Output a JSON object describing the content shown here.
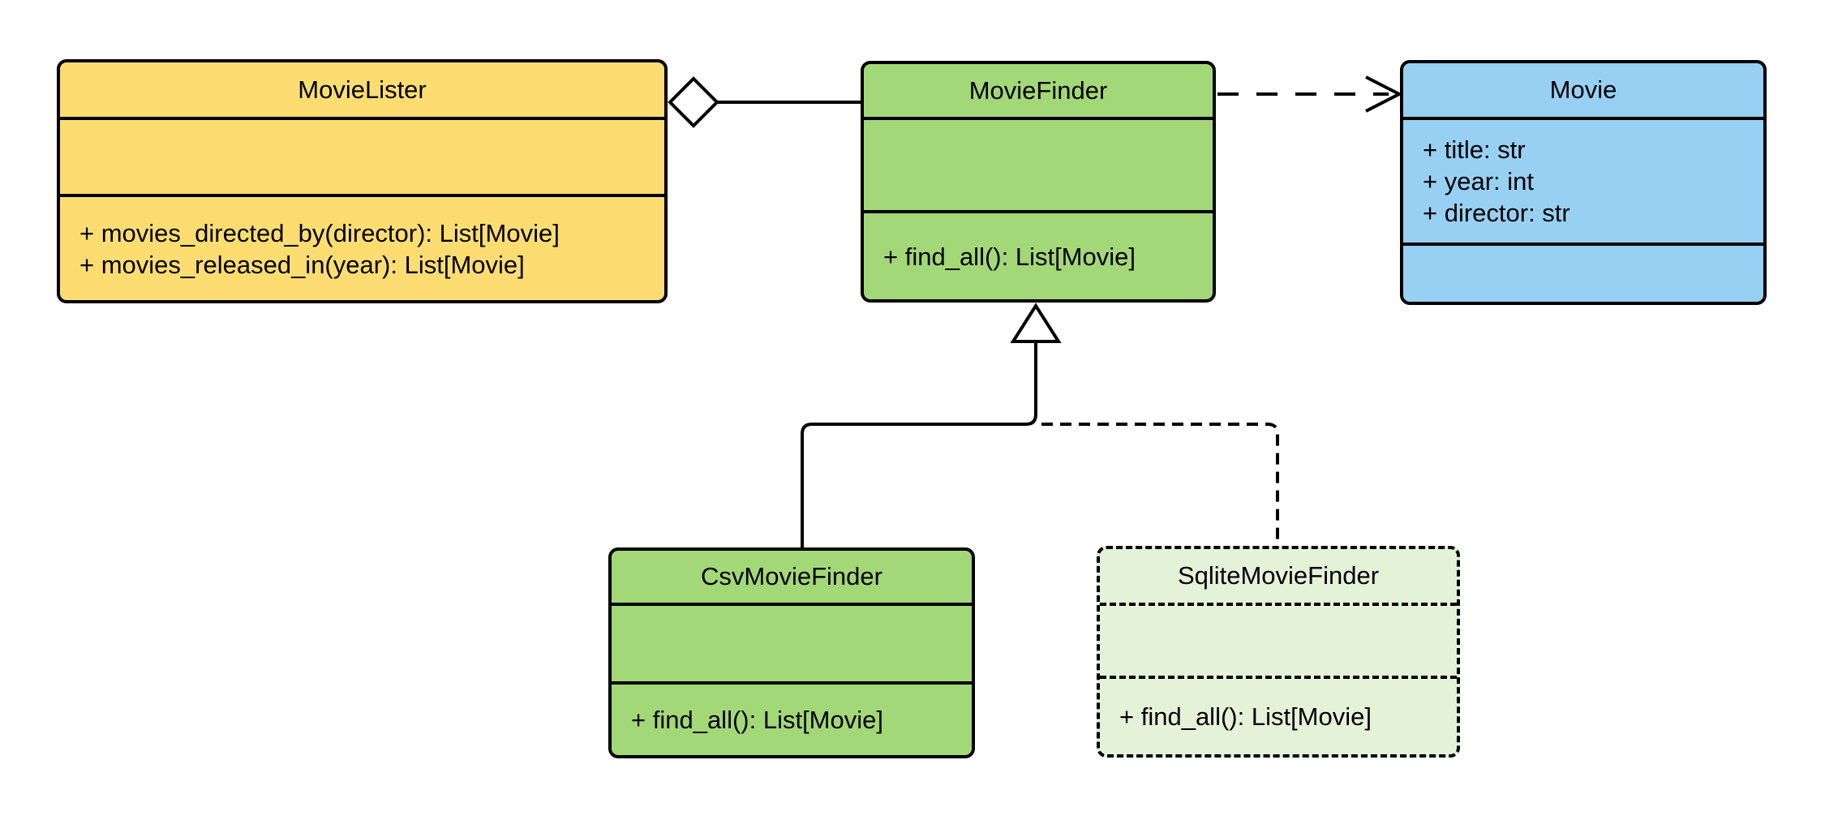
{
  "diagram": {
    "kind": "uml-class-diagram",
    "background_color": "#FFFFFF",
    "stroke_color": "#000000",
    "classes": [
      {
        "name": "MovieLister",
        "fill": "#FDDD71",
        "border_style": "solid",
        "attributes": [],
        "methods": [
          "+ movies_directed_by(director): List[Movie]",
          "+ movies_released_in(year): List[Movie]"
        ]
      },
      {
        "name": "MovieFinder",
        "fill": "#A3D878",
        "border_style": "solid",
        "attributes": [],
        "methods": [
          "+ find_all(): List[Movie]"
        ]
      },
      {
        "name": "Movie",
        "fill": "#97D0F2",
        "border_style": "solid",
        "attributes": [
          "+ title: str",
          "+ year: int",
          "+ director: str"
        ],
        "methods": []
      },
      {
        "name": "CsvMovieFinder",
        "fill": "#A3D878",
        "border_style": "solid",
        "attributes": [],
        "methods": [
          "+ find_all(): List[Movie]"
        ]
      },
      {
        "name": "SqliteMovieFinder",
        "fill": "#E4F2D8",
        "border_style": "dashed",
        "attributes": [],
        "methods": [
          "+ find_all(): List[Movie]"
        ]
      }
    ],
    "relationships": [
      {
        "from": "MovieLister",
        "to": "MovieFinder",
        "type": "aggregation",
        "line_style": "solid",
        "marker": "hollow diamond at MovieLister side"
      },
      {
        "from": "MovieFinder",
        "to": "Movie",
        "type": "dependency",
        "line_style": "dashed",
        "marker": "open arrowhead at Movie side"
      },
      {
        "from": "CsvMovieFinder",
        "to": "MovieFinder",
        "type": "inheritance",
        "line_style": "solid",
        "marker": "hollow triangle at MovieFinder side"
      },
      {
        "from": "SqliteMovieFinder",
        "to": "MovieFinder",
        "type": "inheritance",
        "line_style": "dashed",
        "marker": "hollow triangle at MovieFinder side"
      }
    ]
  }
}
